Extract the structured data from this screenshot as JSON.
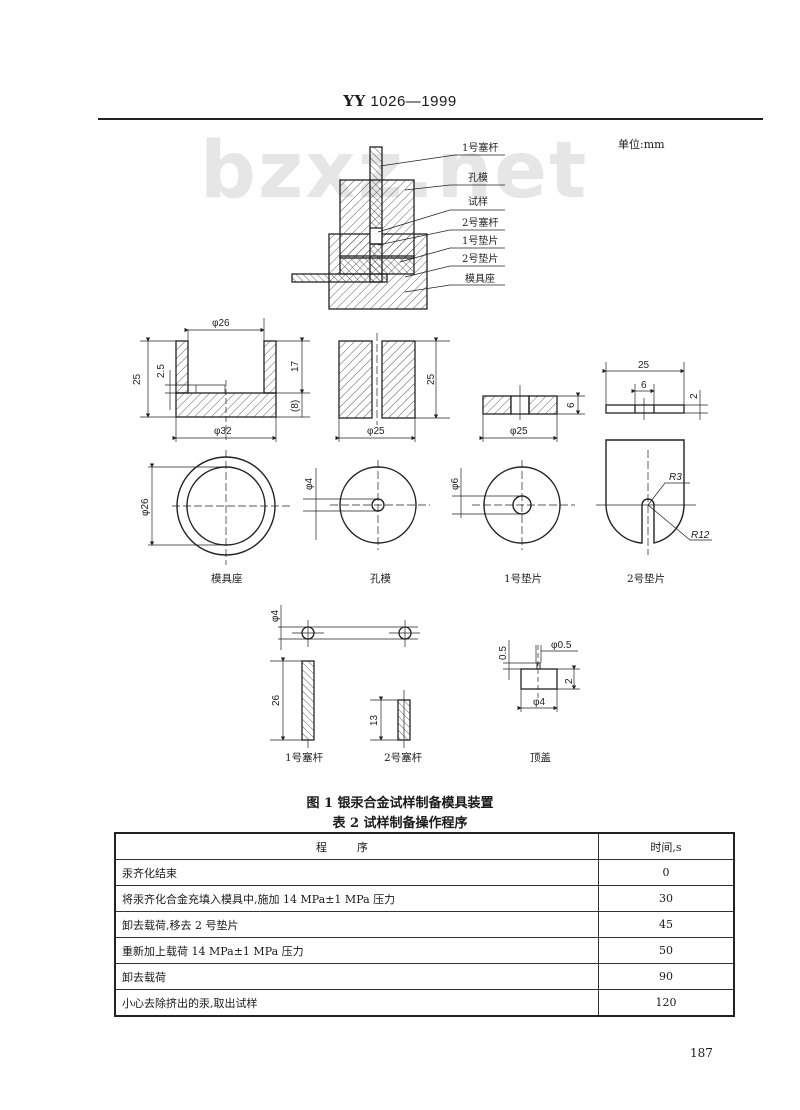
{
  "header": {
    "code": "YY",
    "number": "1026—1999"
  },
  "watermark": "bzxz.net",
  "figure": {
    "unit_label": "单位:mm",
    "assembly_labels": [
      "1号塞杆",
      "孔模",
      "试样",
      "2号塞杆",
      "1号垫片",
      "2号垫片",
      "模具座"
    ],
    "parts": {
      "mold_base": {
        "name": "模具座",
        "dims": {
          "inner_dia": "φ26",
          "outer_dia": "φ32",
          "height": "25",
          "wall": "17",
          "base": "(8)",
          "slot": "2.5",
          "plan_dia": "φ26"
        }
      },
      "hole_mold": {
        "name": "孔模",
        "dims": {
          "dia": "φ25",
          "height": "25",
          "hole": "φ4"
        }
      },
      "spacer1": {
        "name": "1号垫片",
        "dims": {
          "dia": "φ25",
          "thick": "6",
          "hole": "φ6"
        }
      },
      "spacer2": {
        "name": "2号垫片",
        "dims": {
          "width": "25",
          "slot": "6",
          "thick": "2",
          "r_small": "R3",
          "r_large": "R12"
        }
      },
      "plunger1": {
        "name": "1号塞杆",
        "dims": {
          "dia": "φ4",
          "length": "26"
        }
      },
      "plunger2": {
        "name": "2号塞杆",
        "dims": {
          "length": "13"
        }
      },
      "top_cap": {
        "name": "顶盖",
        "dims": {
          "pin": "φ0.5",
          "pin_h": "0.5",
          "height": "2",
          "dia": "φ4"
        }
      }
    },
    "caption": "图 1   银汞合金试样制备模具装置"
  },
  "table": {
    "caption": "表 2   试样制备操作程序",
    "headers": [
      "程序",
      "时间,s"
    ],
    "rows": [
      [
        "汞齐化结束",
        "0"
      ],
      [
        "将汞齐化合金充填入模具中,施加 14 MPa±1 MPa 压力",
        "30"
      ],
      [
        "卸去载荷,移去 2 号垫片",
        "45"
      ],
      [
        "重新加上载荷 14 MPa±1 MPa 压力",
        "50"
      ],
      [
        "卸去载荷",
        "90"
      ],
      [
        "小心去除挤出的汞,取出试样",
        "120"
      ]
    ]
  },
  "page_number": "187"
}
